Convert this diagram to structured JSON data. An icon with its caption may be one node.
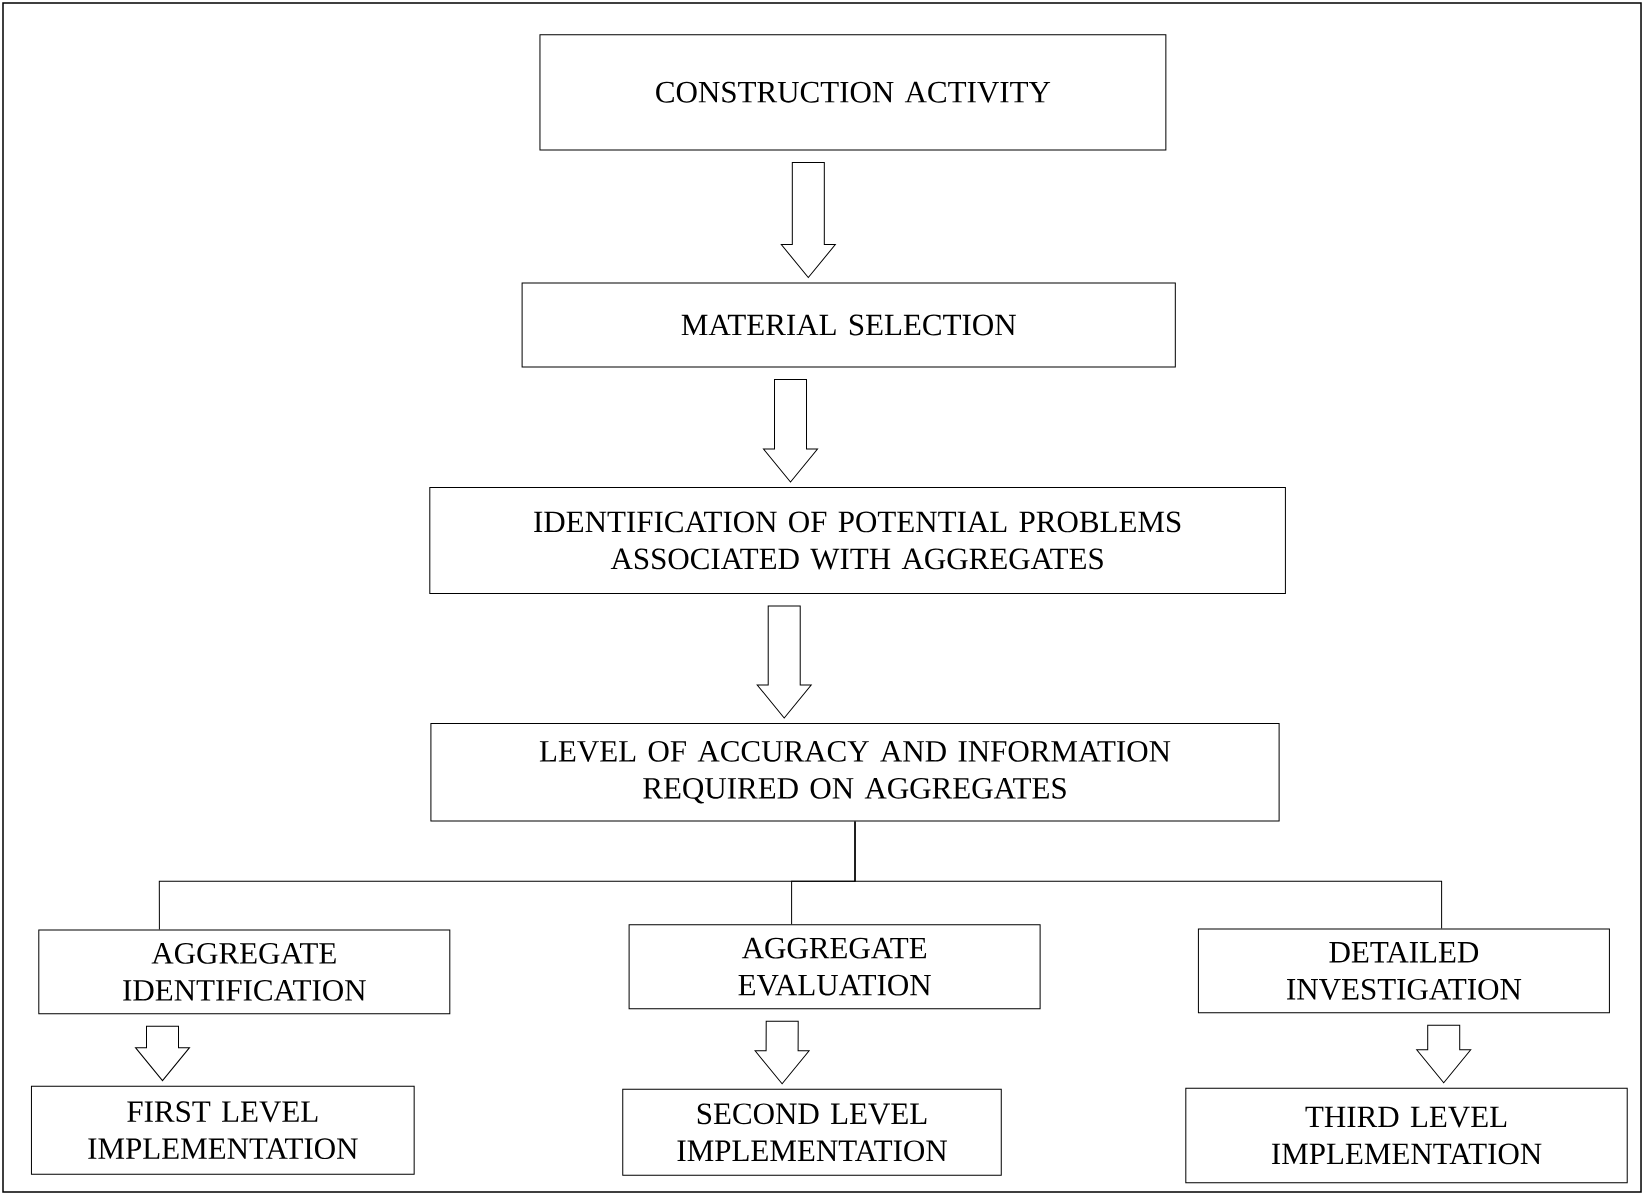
{
  "diagram": {
    "nodes": [
      {
        "text": [
          "CONSTRUCTION ACTIVITY"
        ]
      },
      {
        "text": [
          "MATERIAL SELECTION"
        ]
      },
      {
        "text": [
          "IDENTIFICATION OF POTENTIAL PROBLEMS ASSOCIATED WITH AGGREGATES"
        ]
      },
      {
        "text": [
          "LEVEL OF ACCURACY AND INFORMATION REQUIRED ON AGGREGATES"
        ]
      },
      {
        "text": [
          "AGGREGATE IDENTIFICATION"
        ]
      },
      {
        "text": [
          "AGGREGATE EVALUATION"
        ]
      },
      {
        "text": [
          "DETAILED INVESTIGATION"
        ]
      },
      {
        "text": [
          "FIRST LEVEL IMPLEMENTATION"
        ]
      },
      {
        "text": [
          "SECOND LEVEL IMPLEMENTATION"
        ]
      },
      {
        "text": [
          "THIRD LEVEL IMPLEMENTATION"
        ]
      }
    ],
    "edges": [
      {
        "from": 0,
        "to": 1,
        "arrow": "to"
      },
      {
        "from": 1,
        "to": 2,
        "arrow": "to"
      },
      {
        "from": 2,
        "to": 3,
        "arrow": "to"
      },
      {
        "from": 3,
        "to": 4,
        "arrow": "none"
      },
      {
        "from": 3,
        "to": 5,
        "arrow": "none"
      },
      {
        "from": 3,
        "to": 6,
        "arrow": "none"
      },
      {
        "from": 4,
        "to": 7,
        "arrow": "to"
      },
      {
        "from": 5,
        "to": 8,
        "arrow": "to"
      },
      {
        "from": 6,
        "to": 9,
        "arrow": "to"
      }
    ]
  }
}
